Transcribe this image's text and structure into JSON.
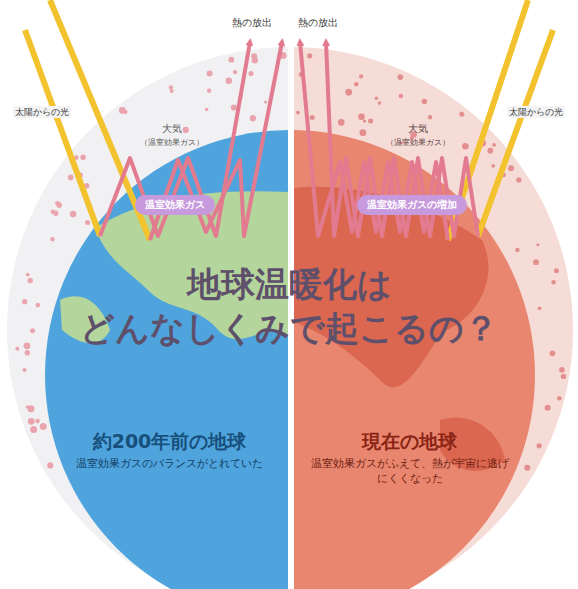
{
  "diagram": {
    "title": "地球温暖化は どんなしくみで起こるの？",
    "nodes": [
      {
        "text": [
          "温室効果ガス"
        ]
      },
      {
        "text": [
          "温室効果ガスの増加"
        ]
      },
      {
        "text": [
          "約200年前の地球",
          "温室効果ガスのバランスがとれていた"
        ]
      },
      {
        "text": [
          "現在の地球",
          "温室効果ガスがふえて、熱が宇宙に逃げにくくなった"
        ]
      }
    ],
    "labels": [
      "熱の放出",
      "熱の放出",
      "太陽からの光",
      "太陽からの光",
      "大気",
      "（温室効果ガス）",
      "大気",
      "（温室効果ガス）"
    ]
  }
}
